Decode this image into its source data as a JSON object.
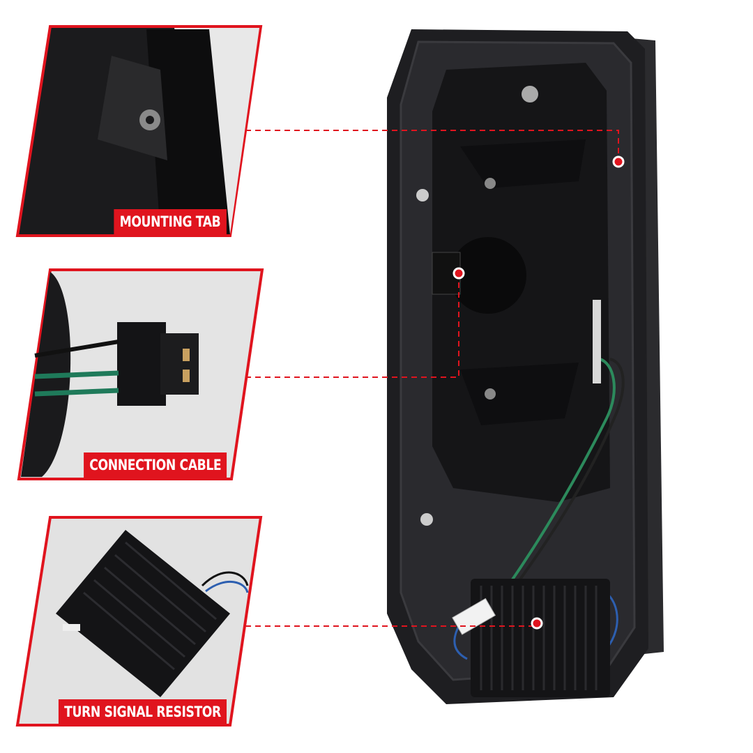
{
  "callouts": [
    {
      "label": "MOUNTING TAB"
    },
    {
      "label": "CONNECTION CABLE"
    },
    {
      "label": "TURN SIGNAL RESISTOR"
    }
  ],
  "colors": {
    "accent": "#e0141e",
    "lamp_body": "#1c1c1e",
    "panel_bg": "#d9d9d9"
  }
}
